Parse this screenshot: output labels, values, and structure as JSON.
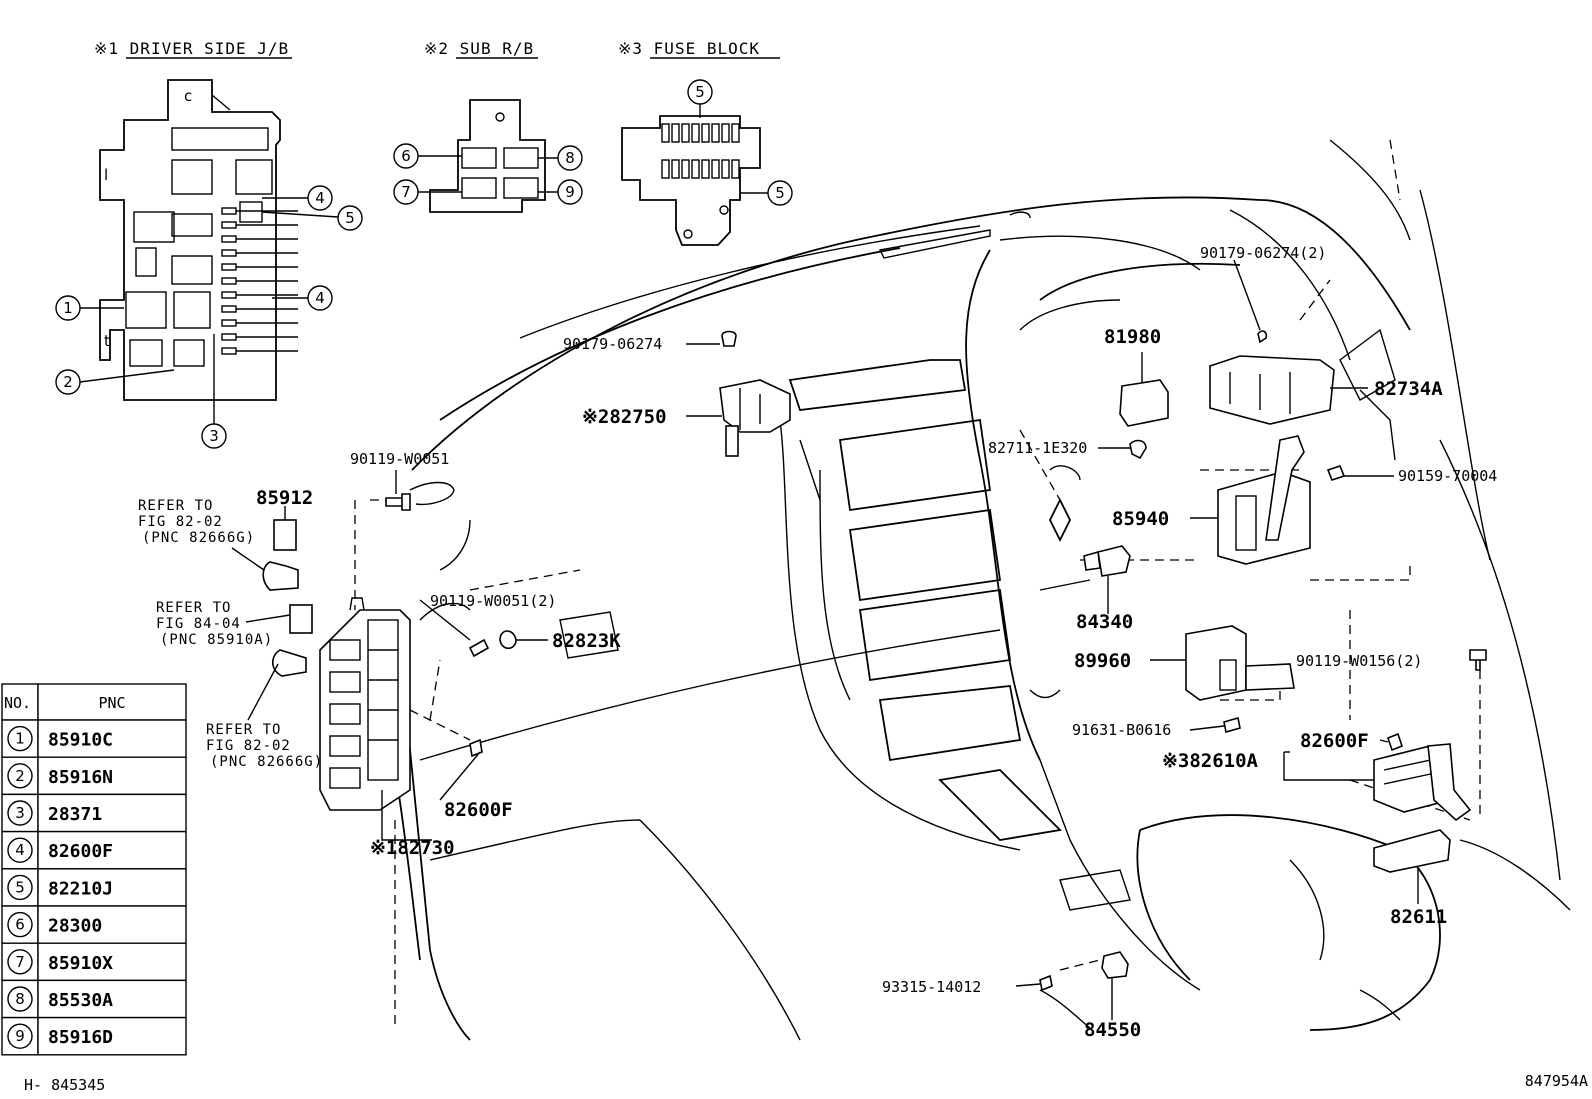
{
  "headers": {
    "driver_jb": "※1 DRIVER SIDE J/B",
    "sub_rb": "※2 SUB R/B",
    "fuse_block": "※3 FUSE BLOCK"
  },
  "inset_letters": {
    "c": "c",
    "l1": "l",
    "l2": "t"
  },
  "callouts": {
    "jb_1": "1",
    "jb_2": "2",
    "jb_3": "3",
    "jb_4a": "4",
    "jb_5": "5",
    "jb_4b": "4",
    "rb_6": "6",
    "rb_7": "7",
    "rb_8": "8",
    "rb_9": "9",
    "fb_5a": "5",
    "fb_5b": "5"
  },
  "labels": {
    "p90179_a": "90179-06274",
    "p82750": "※282750",
    "p90119_a": "90119-W0051",
    "p85912": "85912",
    "refer1_l1": "REFER TO",
    "refer1_l2": "FIG 82-02",
    "refer1_l3": "(PNC 82666G)",
    "refer2_l1": "REFER TO",
    "refer2_l2": "FIG 84-04",
    "refer2_l3": "(PNC 85910A)",
    "refer3_l1": "REFER TO",
    "refer3_l2": "FIG 82-02",
    "refer3_l3": "(PNC 82666G)",
    "p90119_b": "90119-W0051(2)",
    "p82823K": "82823K",
    "p82600F_a": "82600F",
    "p82730": "※182730",
    "p90179_b": "90179-06274(2)",
    "p81980": "81980",
    "p82734A": "82734A",
    "p82711": "82711-1E320",
    "p90159": "90159-70004",
    "p85940": "85940",
    "p84340": "84340",
    "p89960": "89960",
    "p90119_c": "90119-W0156(2)",
    "p91631": "91631-B0616",
    "p82600F_b": "82600F",
    "p82610A": "※382610A",
    "p82611": "82611",
    "p93315": "93315-14012",
    "p84550": "84550"
  },
  "table": {
    "col_no": "NO.",
    "col_pnc": "PNC",
    "rows": [
      {
        "no": "1",
        "pnc": "85910C"
      },
      {
        "no": "2",
        "pnc": "85916N"
      },
      {
        "no": "3",
        "pnc": "28371"
      },
      {
        "no": "4",
        "pnc": "82600F"
      },
      {
        "no": "5",
        "pnc": "82210J"
      },
      {
        "no": "6",
        "pnc": "28300"
      },
      {
        "no": "7",
        "pnc": "85910X"
      },
      {
        "no": "8",
        "pnc": "85530A"
      },
      {
        "no": "9",
        "pnc": "85916D"
      }
    ]
  },
  "footer": {
    "left_code": "H- 845345",
    "right_code": "847954A"
  }
}
